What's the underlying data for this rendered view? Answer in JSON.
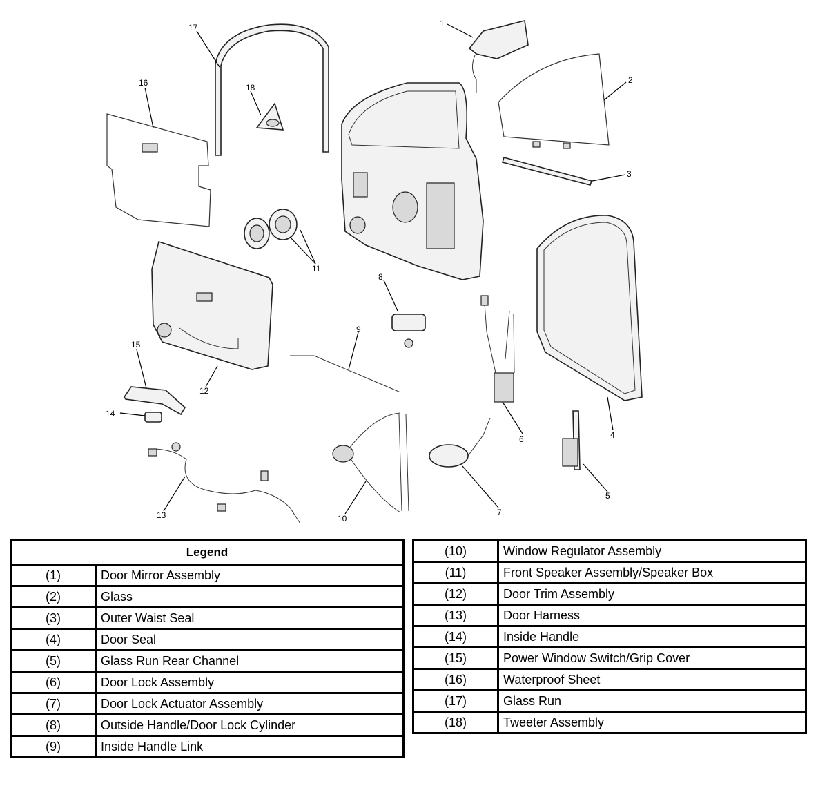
{
  "callouts": [
    "1",
    "2",
    "3",
    "4",
    "5",
    "6",
    "7",
    "8",
    "9",
    "10",
    "11",
    "12",
    "13",
    "14",
    "15",
    "16",
    "17",
    "18"
  ],
  "legend": {
    "title": "Legend",
    "left": [
      {
        "num": "(1)",
        "desc": "Door Mirror Assembly"
      },
      {
        "num": "(2)",
        "desc": "Glass"
      },
      {
        "num": "(3)",
        "desc": "Outer Waist Seal"
      },
      {
        "num": "(4)",
        "desc": "Door Seal"
      },
      {
        "num": "(5)",
        "desc": "Glass Run Rear Channel"
      },
      {
        "num": "(6)",
        "desc": "Door Lock Assembly"
      },
      {
        "num": "(7)",
        "desc": "Door Lock Actuator Assembly"
      },
      {
        "num": "(8)",
        "desc": "Outside Handle/Door Lock Cylinder"
      },
      {
        "num": "(9)",
        "desc": "Inside Handle Link"
      }
    ],
    "right": [
      {
        "num": "(10)",
        "desc": "Window Regulator Assembly"
      },
      {
        "num": "(11)",
        "desc": "Front Speaker Assembly/Speaker Box"
      },
      {
        "num": "(12)",
        "desc": "Door Trim Assembly"
      },
      {
        "num": "(13)",
        "desc": "Door Harness"
      },
      {
        "num": "(14)",
        "desc": "Inside Handle"
      },
      {
        "num": "(15)",
        "desc": "Power Window Switch/Grip Cover"
      },
      {
        "num": "(16)",
        "desc": "Waterproof Sheet"
      },
      {
        "num": "(17)",
        "desc": "Glass Run"
      },
      {
        "num": "(18)",
        "desc": "Tweeter Assembly"
      }
    ]
  }
}
